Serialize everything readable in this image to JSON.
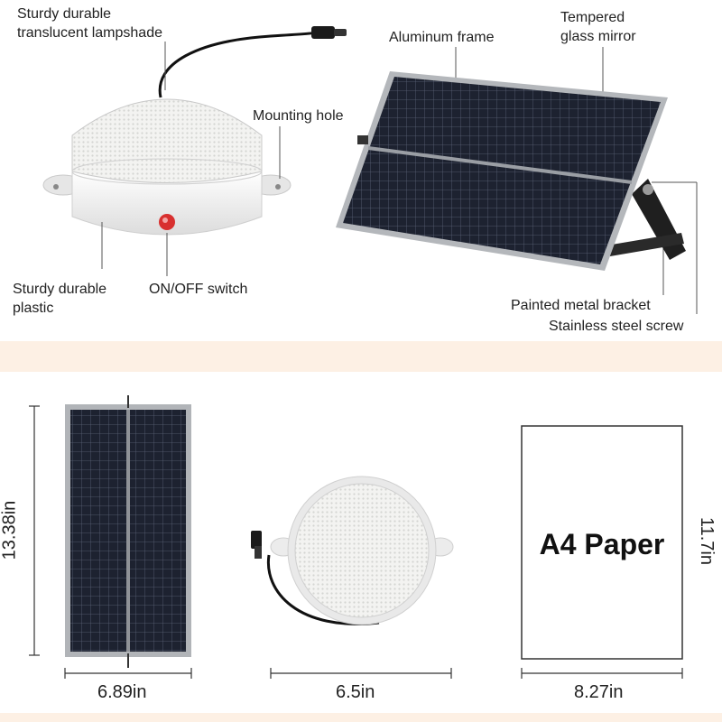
{
  "colors": {
    "band": "#fdf0e4",
    "panel_cell": "#1d2230",
    "frame": "#a9acb0",
    "bracket": "#1f1f1f",
    "switch_red": "#d8302f"
  },
  "features": {
    "lampshade": "Sturdy durable\ntranslucent lampshade",
    "mounting_hole": "Mounting hole",
    "plastic": "Sturdy durable\nplastic",
    "switch": "ON/OFF switch",
    "aluminum_frame": "Aluminum frame",
    "glass": "Tempered\nglass mirror",
    "bracket": "Painted metal bracket",
    "screw": "Stainless steel screw"
  },
  "dimensions": {
    "panel_height": "13.38in",
    "panel_width": "6.89in",
    "lamp_width": "6.5in",
    "paper_width": "8.27in",
    "paper_height": "11.7in",
    "paper_label": "A4 Paper"
  }
}
